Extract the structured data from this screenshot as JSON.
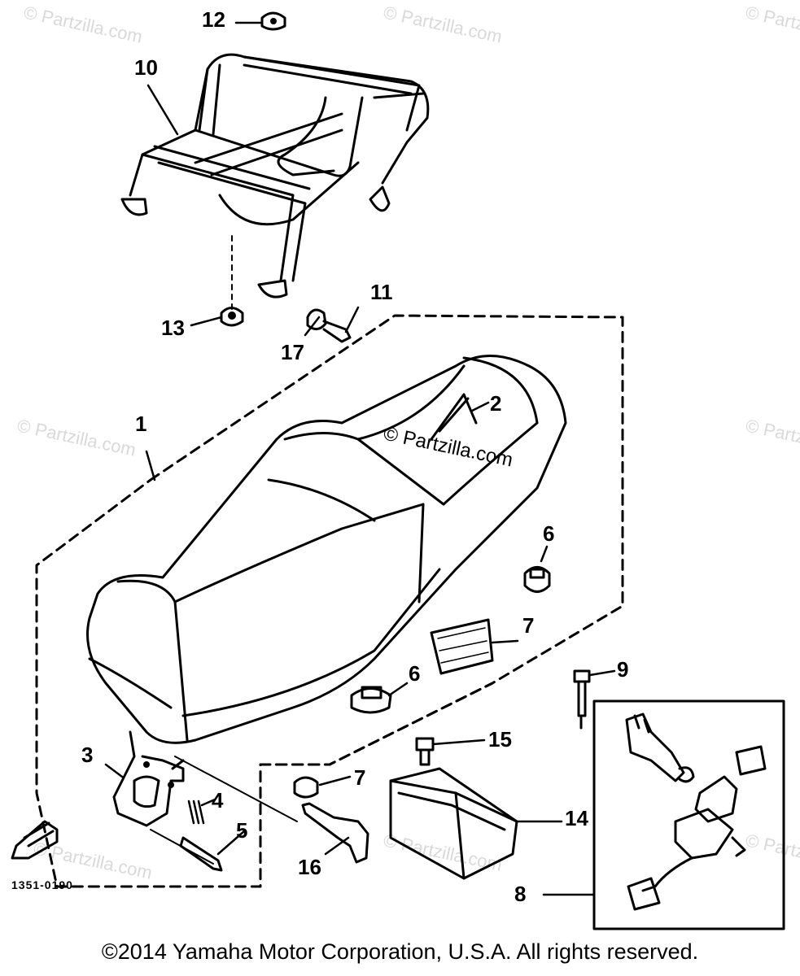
{
  "callouts": {
    "c1": "1",
    "c2": "2",
    "c3": "3",
    "c4": "4",
    "c5": "5",
    "c6a": "6",
    "c6b": "6",
    "c7a": "7",
    "c7b": "7",
    "c8": "8",
    "c9": "9",
    "c10": "10",
    "c11": "11",
    "c12": "12",
    "c13": "13",
    "c14": "14",
    "c15": "15",
    "c16": "16",
    "c17": "17"
  },
  "part_code": "1351-0190",
  "watermark": {
    "small": "© Partzilla.com",
    "center": "© Partzilla.com"
  },
  "copyright": "©2014  Yamaha Motor Corporation, U.S.A. All rights reserved."
}
